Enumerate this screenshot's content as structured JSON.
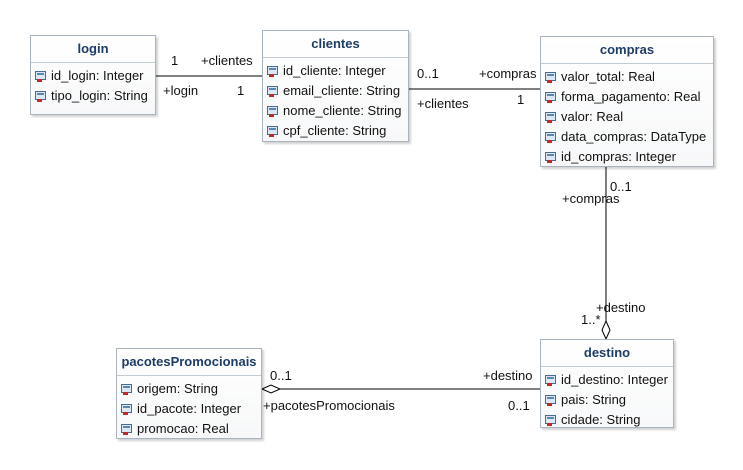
{
  "classes": {
    "login": {
      "name": "login",
      "attributes": [
        "id_login: Integer",
        "tipo_login: String"
      ]
    },
    "clientes": {
      "name": "clientes",
      "attributes": [
        "id_cliente: Integer",
        "email_cliente: String",
        "nome_cliente: String",
        "cpf_cliente: String"
      ]
    },
    "compras": {
      "name": "compras",
      "attributes": [
        "valor_total: Real",
        "forma_pagamento: Real",
        "valor: Real",
        "data_compras: DataType",
        "id_compras: Integer"
      ]
    },
    "destino": {
      "name": "destino",
      "attributes": [
        "id_destino: Integer",
        "pais: String",
        "cidade: String"
      ]
    },
    "pacotes": {
      "name": "pacotesPromocionais",
      "attributes": [
        "origem: String",
        "id_pacote: Integer",
        "promocao: Real"
      ]
    }
  },
  "associations": {
    "login_clientes": {
      "mult_login": "1",
      "role_clientes": "+clientes",
      "role_login": "+login",
      "mult_clientes": "1"
    },
    "clientes_compras": {
      "mult_clientes": "0..1",
      "role_compras": "+compras",
      "role_clientes": "+clientes",
      "mult_compras": "1"
    },
    "compras_destino": {
      "mult_compras": "0..1",
      "role_compras": "+compras",
      "role_destino": "+destino",
      "mult_destino": "1..*"
    },
    "pacotes_destino": {
      "mult_pacotes": "0..1",
      "role_destino": "+destino",
      "role_pacotes": "+pacotesPromocionais",
      "mult_destino": "0..1"
    }
  }
}
